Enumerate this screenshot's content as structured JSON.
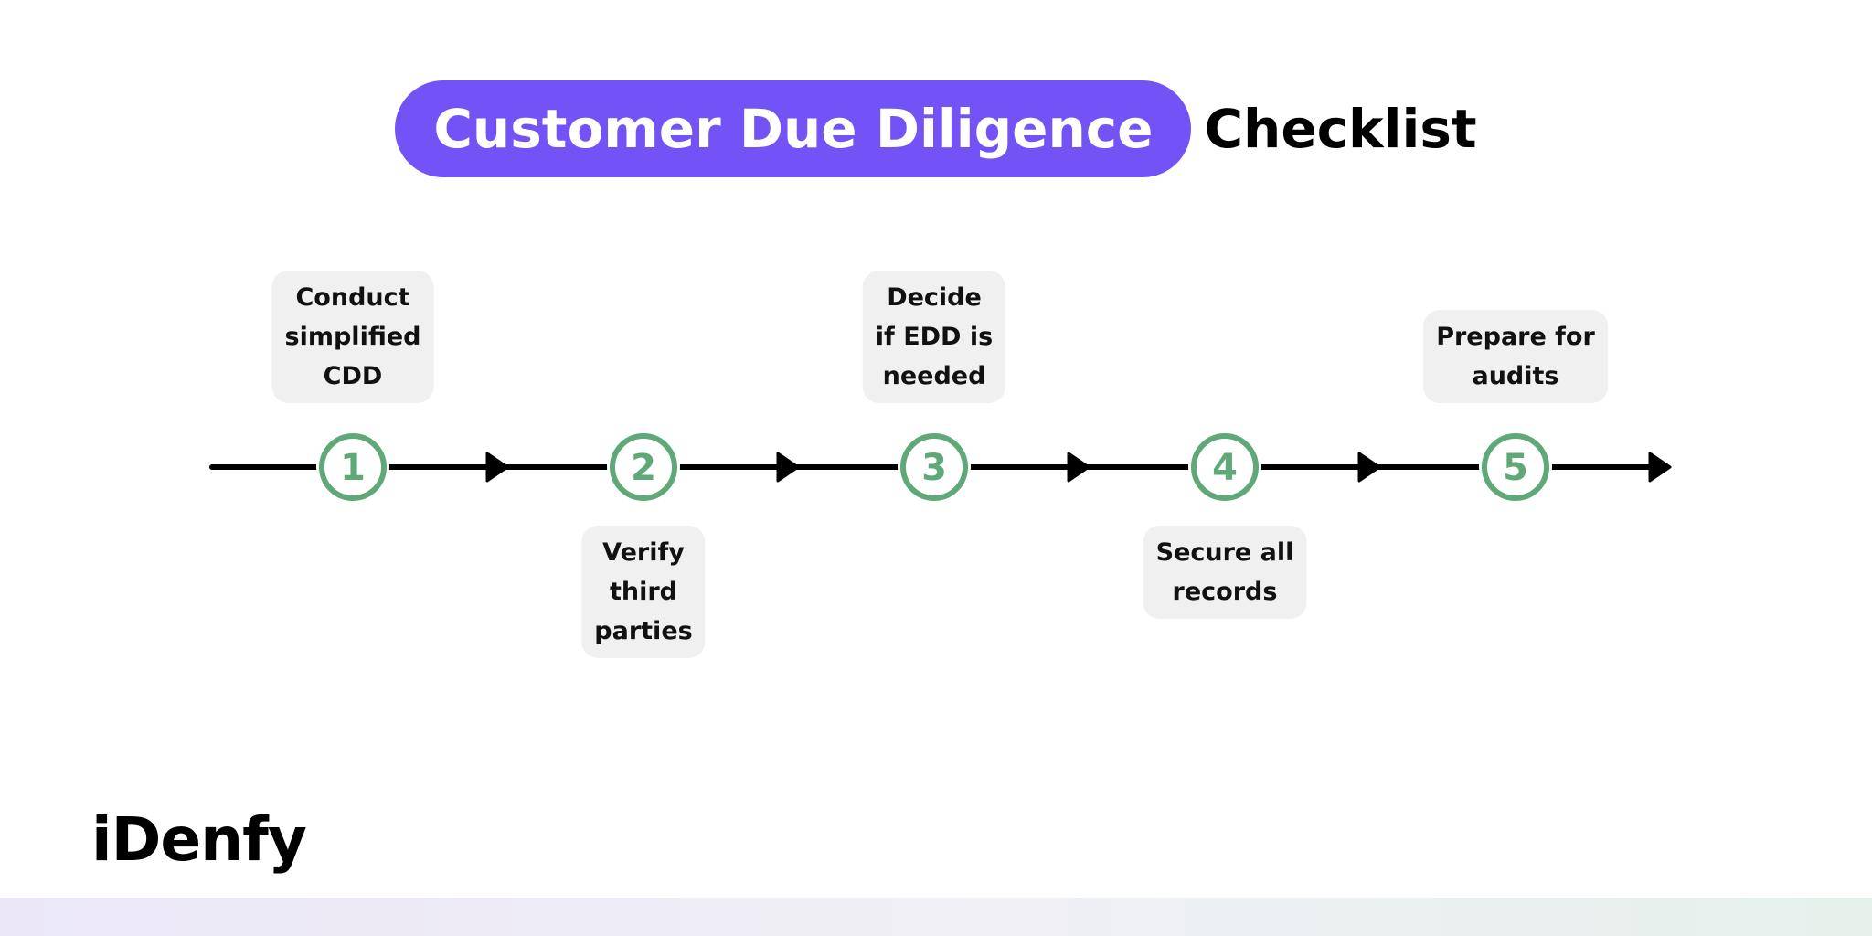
{
  "title": {
    "highlight": "Customer Due Diligence",
    "rest": "Checklist"
  },
  "colors": {
    "accent": "#7352f6",
    "step_circle": "#5fa877",
    "line": "#000000",
    "label_bg": "#f0f0f0"
  },
  "steps": [
    {
      "number": "1",
      "label": "Conduct\nsimplified\nCDD",
      "position": "above"
    },
    {
      "number": "2",
      "label": "Verify\nthird\nparties",
      "position": "below"
    },
    {
      "number": "3",
      "label": "Decide\nif EDD is\nneeded",
      "position": "above"
    },
    {
      "number": "4",
      "label": "Secure all\nrecords",
      "position": "below"
    },
    {
      "number": "5",
      "label": "Prepare for\naudits",
      "position": "above"
    }
  ],
  "logo": {
    "text": "iDenfy"
  }
}
